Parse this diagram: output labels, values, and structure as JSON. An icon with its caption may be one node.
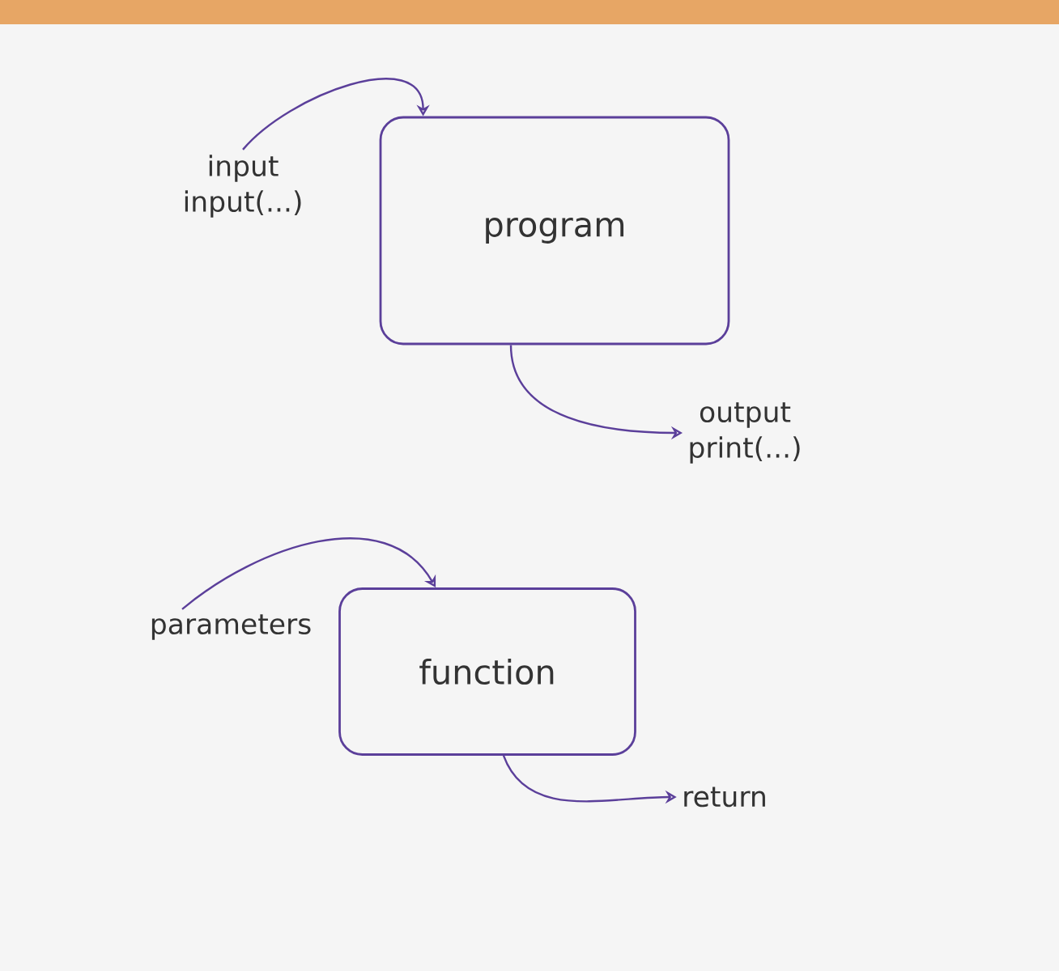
{
  "diagram": {
    "nodes": [
      {
        "text": [
          "input",
          "input(...)"
        ]
      },
      {
        "text": [
          "program"
        ]
      },
      {
        "text": [
          "output",
          "print(...)"
        ]
      },
      {
        "text": [
          "parameters"
        ]
      },
      {
        "text": [
          "function"
        ]
      },
      {
        "text": [
          "return"
        ]
      }
    ],
    "edges": [
      {
        "from": 0,
        "to": 1,
        "arrow": "to"
      },
      {
        "from": 1,
        "to": 2,
        "arrow": "to"
      },
      {
        "from": 3,
        "to": 4,
        "arrow": "to"
      },
      {
        "from": 4,
        "to": 5,
        "arrow": "to"
      }
    ]
  }
}
